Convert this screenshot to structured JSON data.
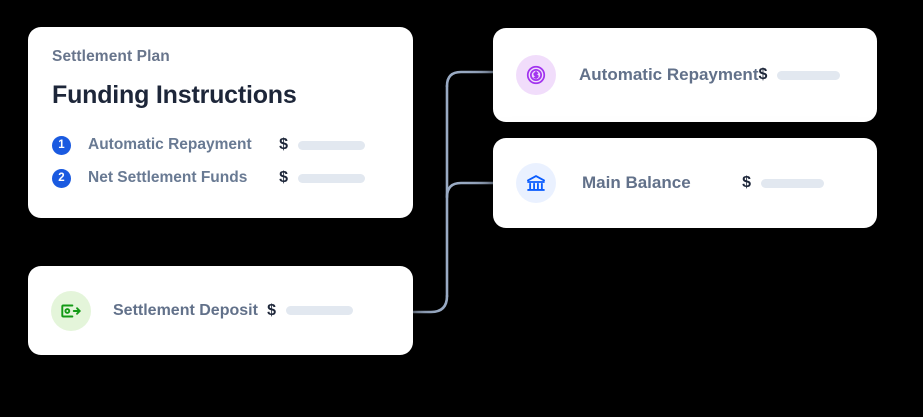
{
  "plan_card": {
    "eyebrow": "Settlement Plan",
    "title": "Funding Instructions",
    "rows": [
      {
        "badge": "1",
        "label": "Automatic Repayment",
        "currency": "$",
        "value": ""
      },
      {
        "badge": "2",
        "label": "Net Settlement Funds",
        "currency": "$",
        "value": ""
      }
    ]
  },
  "deposit_card": {
    "icon": "banknote-arrow-out-icon",
    "label": "Settlement Deposit",
    "currency": "$",
    "value": ""
  },
  "repayment_card": {
    "icon": "dollar-coin-icon",
    "label": "Automatic Repayment",
    "currency": "$",
    "value": ""
  },
  "balance_card": {
    "icon": "bank-icon",
    "label": "Main Balance",
    "currency": "$",
    "value": ""
  },
  "colors": {
    "badge_blue": "#1a5ae0",
    "title_navy": "#1d2639",
    "label_slate": "#62718a",
    "eyebrow_slate": "#68758c",
    "placeholder_bar": "#e2e8f0",
    "connector_line": "#9aabc4",
    "icon_purple": "#a855f7",
    "icon_purple_bg": "#f1ddfb",
    "icon_blue": "#0a5cff",
    "icon_blue_bg": "#eaf1ff",
    "icon_green": "#139a16",
    "icon_green_bg": "#e4f5da",
    "card_background": "#ffffff",
    "page_background": "#000000"
  },
  "connectors": {
    "description": "trunk-with-three-branches",
    "branches": [
      "to-automatic-repayment",
      "to-main-balance",
      "to-settlement-deposit"
    ]
  }
}
